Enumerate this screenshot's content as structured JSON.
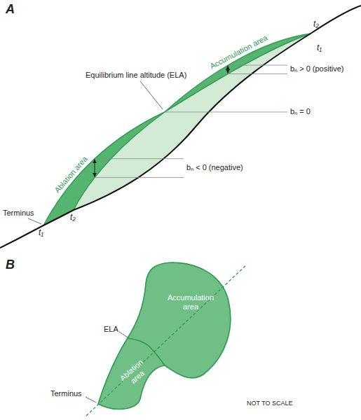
{
  "diagram": {
    "nodes": [
      {
        "text": [
          "Accumulation area",
          "Ablation area"
        ]
      }
    ],
    "labels": [
      "A",
      "Equilibrium line altitude (ELA)",
      "Accumulation area",
      "Ablation area",
      "bₙ > 0 (positive)",
      "bₙ = 0",
      "bₙ < 0 (negative)",
      "Terminus",
      "t₁",
      "t₂",
      "t₂",
      "t₁",
      "B",
      "ELA",
      "Terminus",
      "NOT TO SCALE"
    ]
  }
}
